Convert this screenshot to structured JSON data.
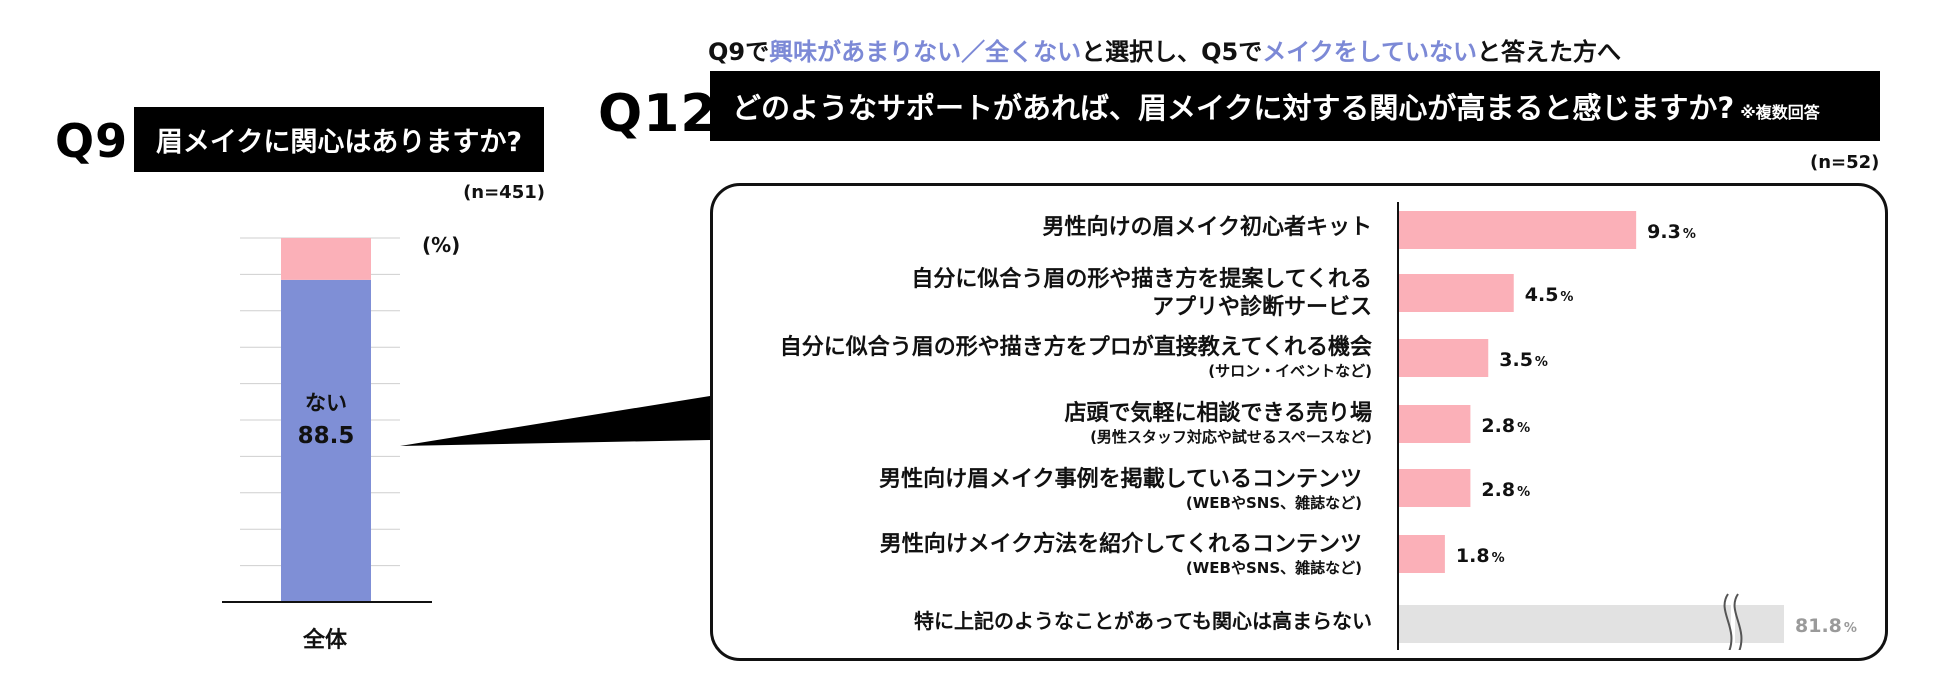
{
  "q9": {
    "label": "Q9",
    "question": "眉メイクに関心はありますか?",
    "n": "(n=451)",
    "unit": "(%)",
    "bar_label": "ない",
    "bar_value_text": "88.5"
  },
  "q12": {
    "subtitle_parts": [
      {
        "text": "Q9で",
        "hl": false
      },
      {
        "text": "興味があまりない／全くない",
        "hl": true
      },
      {
        "text": "と選択し、Q5で",
        "hl": false
      },
      {
        "text": "メイクをしていない",
        "hl": true
      },
      {
        "text": "と答えた方へ",
        "hl": false
      }
    ],
    "label": "Q12",
    "question": "どのようなサポートがあれば、眉メイクに対する関心が高まると感じますか?",
    "note": "※複数回答",
    "n": "(n=52)"
  },
  "colors": {
    "q9_bar_main": "#7f8fd6",
    "q9_bar_rest": "#fbb0b8",
    "bar_pink": "#fbb0b8",
    "bar_gray": "#e2e2e2",
    "highlight_text": "#7c89d6"
  },
  "chart_data": [
    {
      "type": "bar",
      "orientation": "vertical-stacked",
      "categories": [
        "全体"
      ],
      "series": [
        {
          "name": "ない",
          "values": [
            88.5
          ]
        },
        {
          "values": [
            11.5
          ]
        }
      ],
      "ylim": [
        0,
        100
      ],
      "grid": true
    },
    {
      "type": "bar",
      "orientation": "horizontal",
      "categories": [
        {
          "main": "男性向けの眉メイク初心者キット",
          "sub": ""
        },
        {
          "main": "自分に似合う眉の形や描き方を提案してくれる",
          "sub": "アプリや診断サービス",
          "sub_large": true
        },
        {
          "main": "自分に似合う眉の形や描き方をプロが直接教えてくれる機会",
          "sub": "(サロン・イベントなど)"
        },
        {
          "main": "店頭で気軽に相談できる売り場",
          "sub": "(男性スタッフ対応や試せるスペースなど)"
        },
        {
          "main": "男性向け眉メイク事例を掲載しているコンテンツ",
          "sub": "(WEBやSNS、雑誌など)"
        },
        {
          "main": "男性向けメイク方法を紹介してくれるコンテンツ",
          "sub": "(WEBやSNS、雑誌など)"
        },
        {
          "main": "特に上記のようなことがあっても関心は高まらない",
          "sub": ""
        }
      ],
      "values": [
        9.3,
        4.5,
        3.5,
        2.8,
        2.8,
        1.8,
        81.8
      ],
      "value_labels": [
        "9.3",
        "4.5",
        "3.5",
        "2.8",
        "2.8",
        "1.8",
        "81.8"
      ],
      "unit": "%",
      "axis_break_on_last": true
    }
  ]
}
